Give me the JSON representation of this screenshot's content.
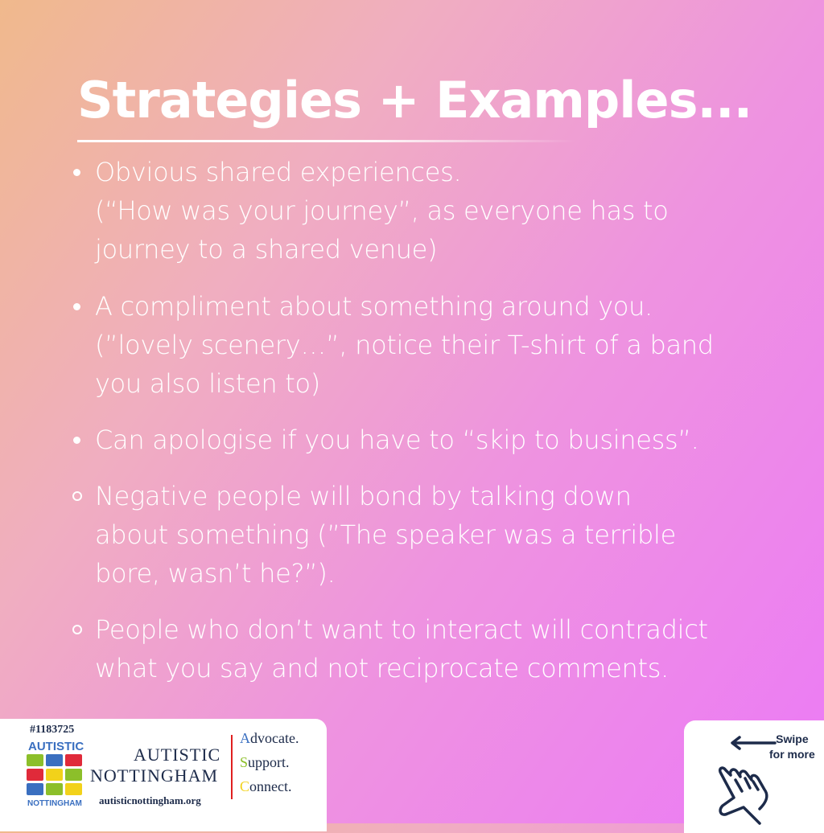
{
  "title": "Strategies + Examples...",
  "items": [
    {
      "bullet": "filled",
      "lines": [
        "Obvious shared experiences.",
        "(“How was your journey”, as everyone has to",
        "journey to a shared venue)"
      ]
    },
    {
      "bullet": "filled",
      "lines": [
        "A compliment about something around you.",
        "(”lovely scenery…”, notice their T-shirt of a band",
        "you also listen to)"
      ]
    },
    {
      "bullet": "filled",
      "lines": [
        "Can apologise if you have to “skip to business”."
      ]
    },
    {
      "bullet": "hollow",
      "lines": [
        "Negative people will bond by talking down",
        "about something (”The speaker was a terrible",
        "bore, wasn’t he?”)."
      ]
    },
    {
      "bullet": "hollow",
      "lines": [
        "People who don’t want to interact will contradict",
        "what you say and not reciprocate comments."
      ]
    }
  ],
  "footer": {
    "charity_number": "#1183725",
    "logo_top": "AUTISTIC",
    "logo_bottom": "NOTTINGHAM",
    "org_name_line1": "AUTISTIC",
    "org_name_line2": "NOTTINGHAM",
    "website": "autisticnottingham.org",
    "taglines": [
      {
        "initial": "A",
        "rest": "dvocate.",
        "color": "#3a6fc0"
      },
      {
        "initial": "S",
        "rest": "upport.",
        "color": "#8cbf2a"
      },
      {
        "initial": "C",
        "rest": "onnect.",
        "color": "#f2d21a"
      }
    ],
    "swipe_line1": "Swipe",
    "swipe_line2": "for more"
  },
  "colors": {
    "grid": [
      "#8cbf2a",
      "#3a6fc0",
      "#e02a3a",
      "#e02a3a",
      "#f2d21a",
      "#8cbf2a",
      "#3a6fc0",
      "#8cbf2a",
      "#f2d21a"
    ]
  }
}
